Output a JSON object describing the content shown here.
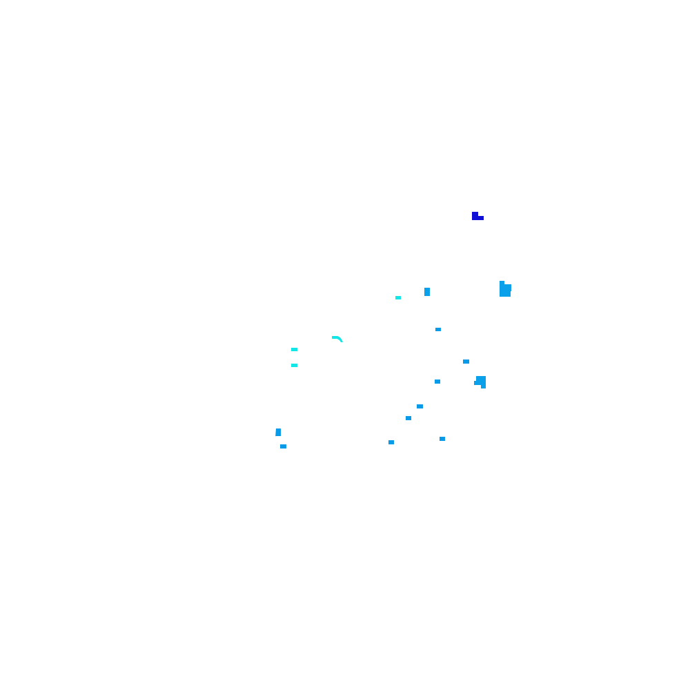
{
  "palette": {
    "navy": "#0f0fd6",
    "blue": "#0a9be8",
    "cyan": "#12e6e6",
    "background": "#ffffff"
  },
  "blobs": [
    {
      "name": "dark-blue-marker",
      "color": "navy",
      "shape": "l-block"
    },
    {
      "name": "blue-block-large-upper",
      "color": "blue",
      "shape": "notched-square"
    },
    {
      "name": "blue-block-upper-mid",
      "color": "blue",
      "shape": "bar"
    },
    {
      "name": "cyan-mark-upper",
      "color": "cyan",
      "shape": "dash"
    },
    {
      "name": "cyan-arc",
      "color": "cyan",
      "shape": "arc"
    },
    {
      "name": "cyan-dash-left-a",
      "color": "cyan",
      "shape": "dash"
    },
    {
      "name": "cyan-dash-left-b",
      "color": "cyan",
      "shape": "dash"
    },
    {
      "name": "blue-dot-mid",
      "color": "blue",
      "shape": "dash"
    },
    {
      "name": "blue-dot-right",
      "color": "blue",
      "shape": "dash"
    },
    {
      "name": "blue-dot-center",
      "color": "blue",
      "shape": "dash"
    },
    {
      "name": "blue-block-large-lower",
      "color": "blue",
      "shape": "notched-square"
    },
    {
      "name": "blue-dot-lower-a",
      "color": "blue",
      "shape": "dash"
    },
    {
      "name": "blue-dot-lower-b",
      "color": "blue",
      "shape": "dash"
    },
    {
      "name": "blue-block-lower-left",
      "color": "blue",
      "shape": "bar"
    },
    {
      "name": "blue-dot-lower-left",
      "color": "blue",
      "shape": "dash"
    },
    {
      "name": "blue-dot-bottom-mid",
      "color": "blue",
      "shape": "dash"
    },
    {
      "name": "blue-dot-bottom-right",
      "color": "blue",
      "shape": "dash"
    }
  ]
}
